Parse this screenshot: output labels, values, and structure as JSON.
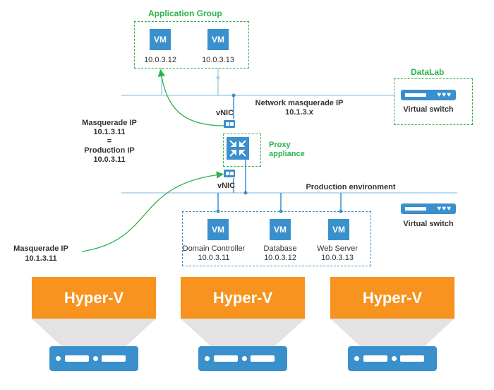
{
  "app_group": {
    "title": "Application Group",
    "vms": [
      {
        "label": "VM",
        "ip": "10.0.3.12"
      },
      {
        "label": "VM",
        "ip": "10.0.3.13"
      }
    ]
  },
  "datalab": {
    "title": "DataLab",
    "switch_label": "Virtual switch"
  },
  "network_masq": {
    "title": "Network masquerade IP",
    "ip": "10.1.3.x"
  },
  "upper_vnic": "vNIC",
  "lower_vnic": "vNIC",
  "masq_note": {
    "line1": "Masquerade IP",
    "line2": "10.1.3.11",
    "line3": "=",
    "line4": "Production IP",
    "line5": "10.0.3.11"
  },
  "proxy": {
    "line1": "Proxy",
    "line2": "appliance"
  },
  "production": {
    "title": "Production environment",
    "switch_label": "Virtual switch",
    "vms": [
      {
        "label": "VM",
        "name": "Domain Controller",
        "ip": "10.0.3.11"
      },
      {
        "label": "VM",
        "name": "Database",
        "ip": "10.0.3.12"
      },
      {
        "label": "VM",
        "name": "Web Server",
        "ip": "10.0.3.13"
      }
    ]
  },
  "masq_left": {
    "line1": "Masquerade IP",
    "line2": "10.1.3.11"
  },
  "hosts": [
    {
      "label": "Hyper-V"
    },
    {
      "label": "Hyper-V"
    },
    {
      "label": "Hyper-V"
    }
  ],
  "colors": {
    "accent_blue": "#3a8fcd",
    "accent_green": "#2bb24c",
    "hyperv_orange": "#f7931e",
    "line_blue": "#a9cfe9"
  },
  "icons": {
    "proxy": "arrows-inward-icon",
    "server": "server-icon",
    "switch": "network-switch-icon",
    "nic": "network-card-icon"
  }
}
